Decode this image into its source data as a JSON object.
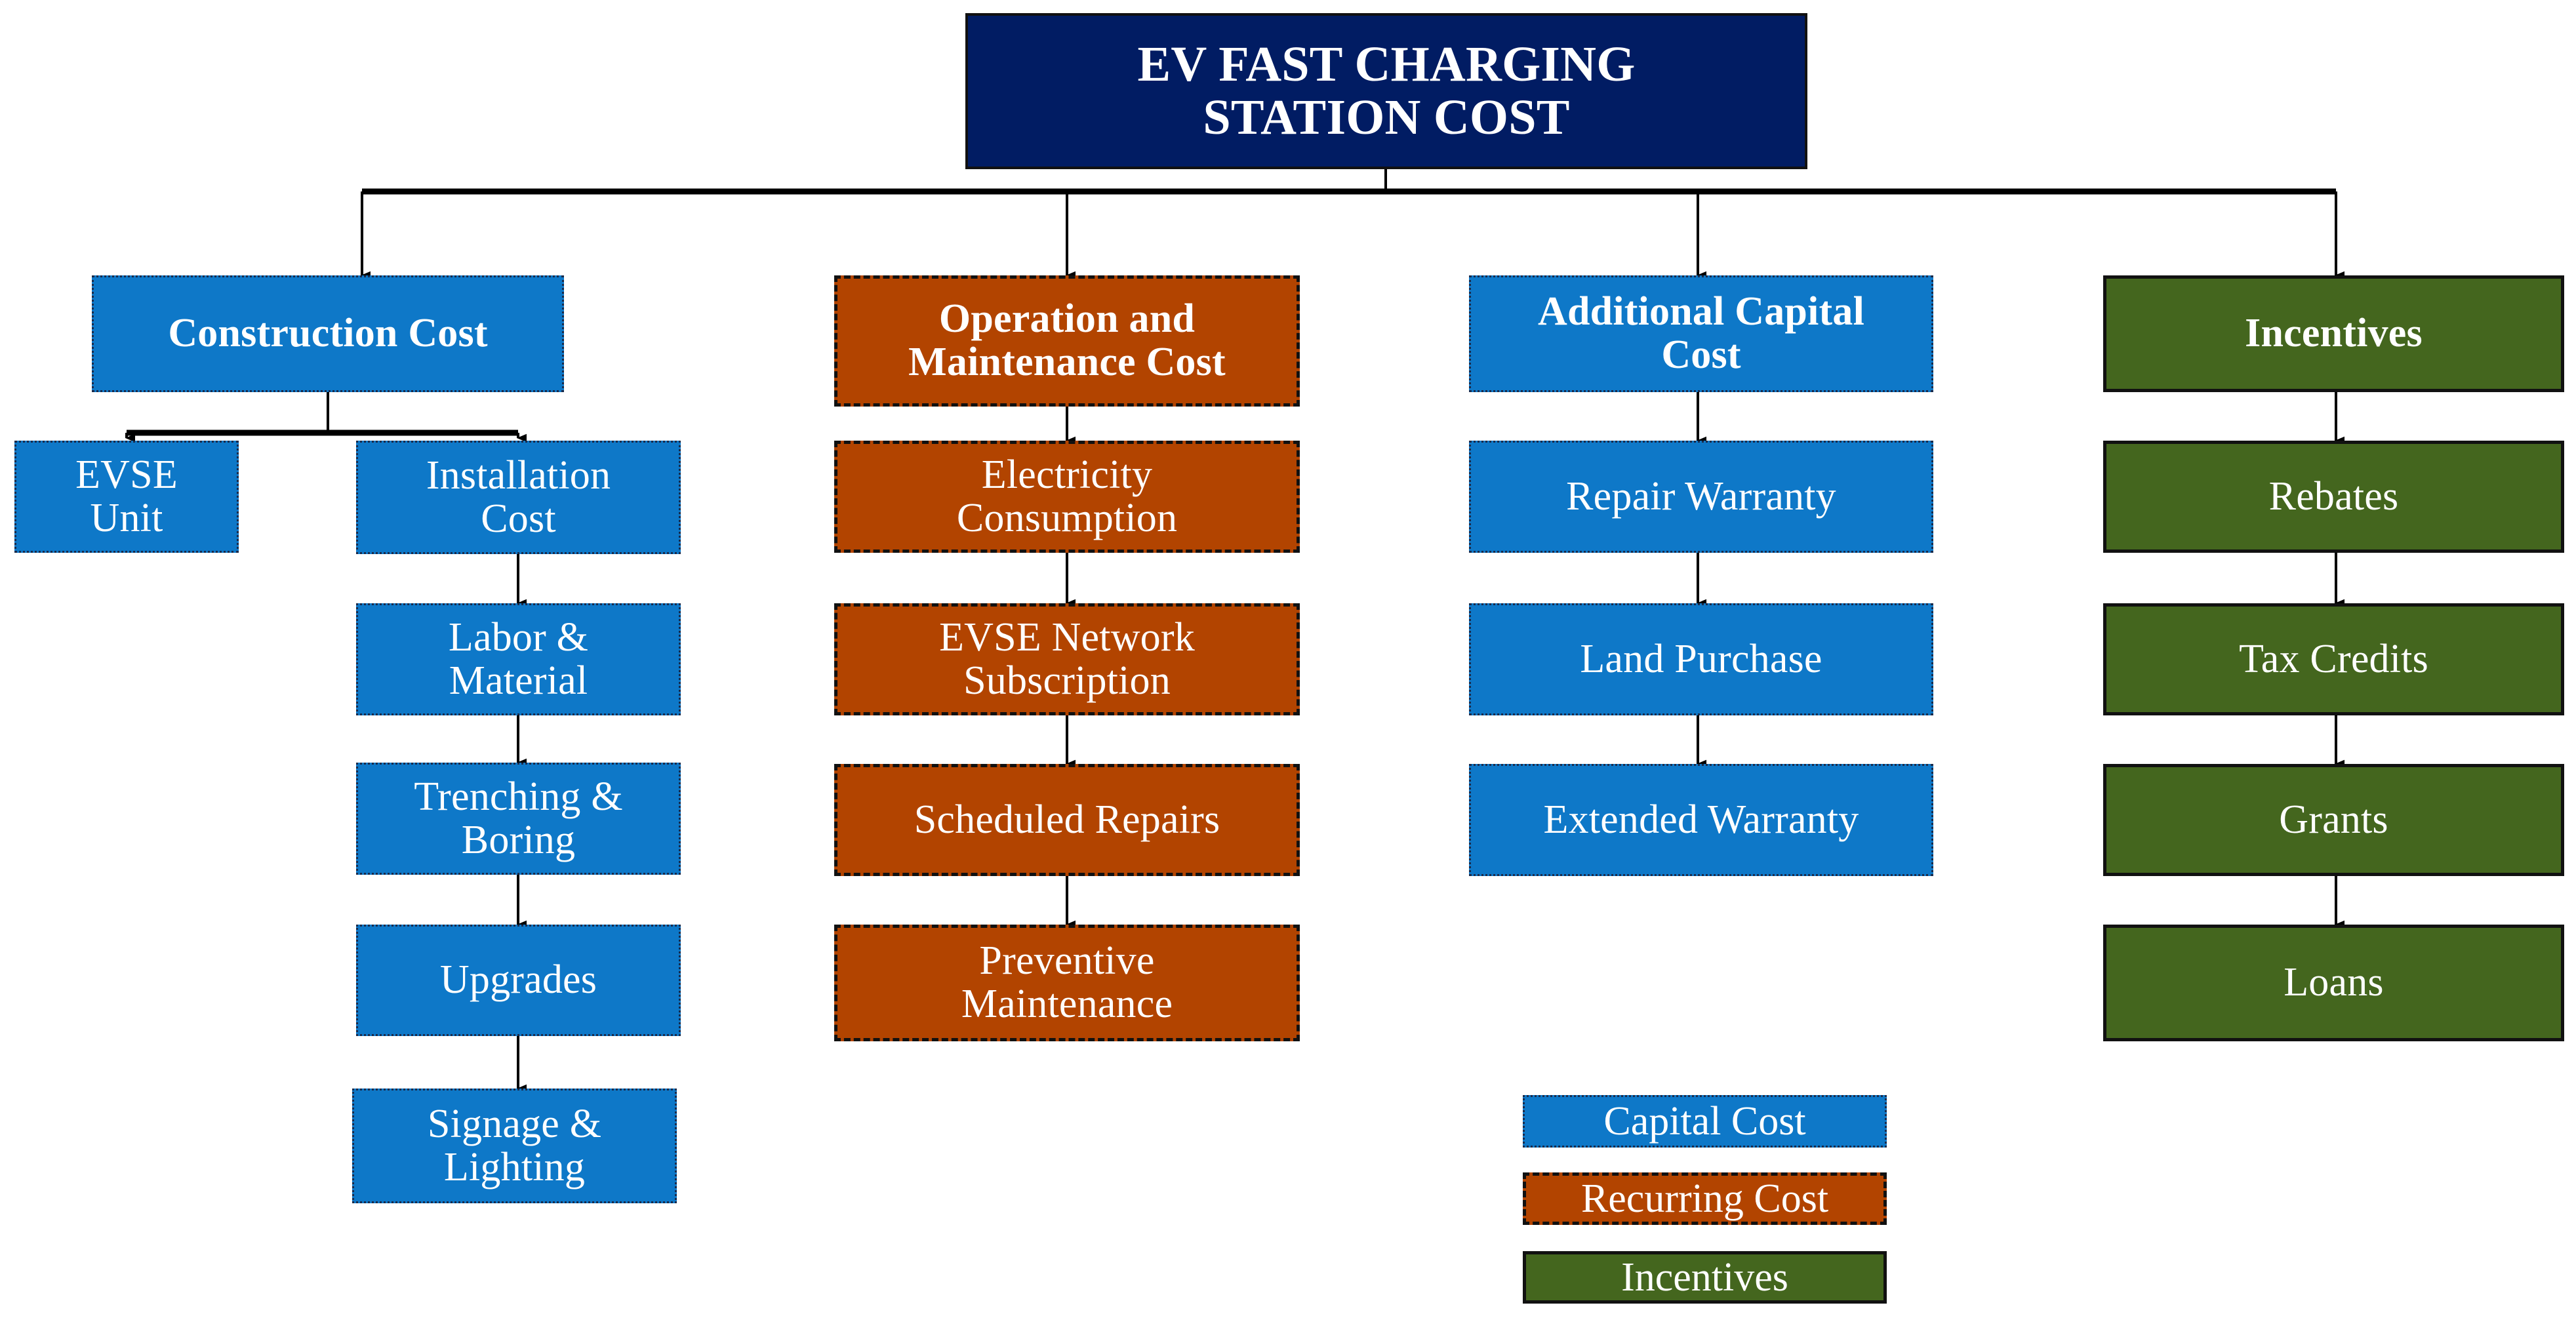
{
  "diagram": {
    "title": "EV FAST CHARGING STATION COST",
    "root": {
      "label": "EV FAST CHARGING\nSTATION COST",
      "color": "#011C63",
      "category": "root"
    },
    "colors": {
      "root": "#011C63",
      "capital_cost": "#0E78C8",
      "recurring_cost": "#B24400",
      "incentives": "#44661E",
      "connector": "#000000",
      "text": "#FFFFFF"
    },
    "branches": [
      {
        "id": "construction-cost",
        "header": "Construction Cost",
        "category": "capital_cost",
        "children": [
          "EVSE\nUnit",
          "Installation\nCost",
          "Labor &\nMaterial",
          "Trenching &\nBoring",
          "Upgrades",
          "Signage &\nLighting"
        ]
      },
      {
        "id": "operation-and-maintenance-cost",
        "header": "Operation and\nMaintenance Cost",
        "category": "recurring_cost",
        "children": [
          "Electricity\nConsumption",
          "EVSE Network\nSubscription",
          "Scheduled Repairs",
          "Preventive\nMaintenance"
        ]
      },
      {
        "id": "additional-capital-cost",
        "header": "Additional Capital\nCost",
        "category": "capital_cost",
        "children": [
          "Repair Warranty",
          "Land Purchase",
          "Extended Warranty"
        ]
      },
      {
        "id": "incentives",
        "header": "Incentives",
        "category": "incentives",
        "children": [
          "Rebates",
          "Tax Credits",
          "Grants",
          "Loans"
        ]
      }
    ],
    "legend": {
      "items": [
        {
          "label": "Capital Cost",
          "category": "capital_cost",
          "color": "#0E78C8"
        },
        {
          "label": "Recurring Cost",
          "category": "recurring_cost",
          "color": "#B24400"
        },
        {
          "label": "Incentives",
          "category": "incentives",
          "color": "#44661E"
        }
      ]
    }
  }
}
